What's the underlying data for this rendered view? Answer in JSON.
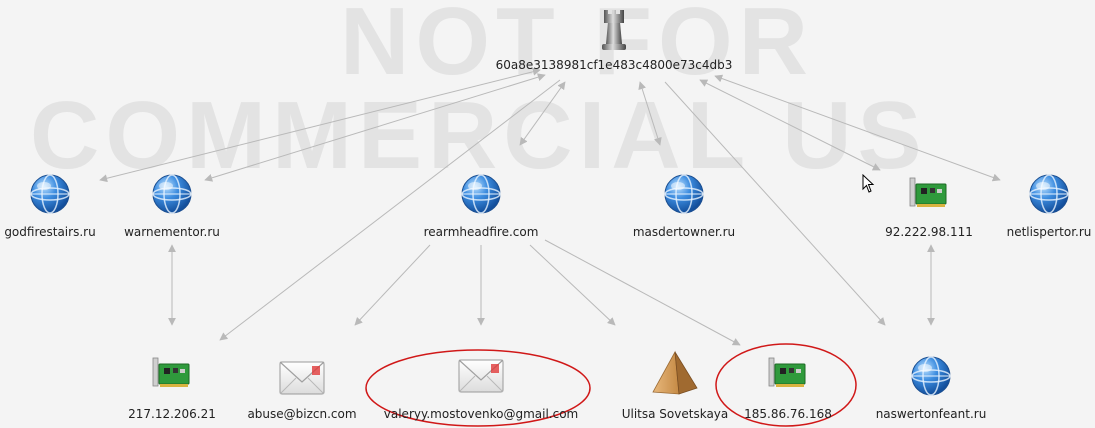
{
  "watermark": {
    "line1": "NOT FOR",
    "line2": "COMMERCIAL US"
  },
  "root": {
    "label": "60a8e3138981cf1e483c4800e73c4db3",
    "icon": "rook-chess-icon"
  },
  "nodes": [
    {
      "id": "godfirestairs",
      "label": "godfirestairs.ru",
      "icon": "globe-icon"
    },
    {
      "id": "warnementor",
      "label": "warnementor.ru",
      "icon": "globe-icon"
    },
    {
      "id": "rearmheadfire",
      "label": "rearmheadfire.com",
      "icon": "globe-icon"
    },
    {
      "id": "masdertowner",
      "label": "masdertowner.ru",
      "icon": "globe-icon"
    },
    {
      "id": "ip92",
      "label": "92.222.98.111",
      "icon": "network-card-icon"
    },
    {
      "id": "netlispertor",
      "label": "netlispertor.ru",
      "icon": "globe-icon"
    },
    {
      "id": "ip217",
      "label": "217.12.206.21",
      "icon": "network-card-icon"
    },
    {
      "id": "abuse",
      "label": "abuse@bizcn.com",
      "icon": "envelope-icon"
    },
    {
      "id": "valeryy",
      "label": "valeryy.mostovenko@gmail.com",
      "icon": "envelope-icon"
    },
    {
      "id": "ulitsa",
      "label": "Ulitsa Sovetskaya",
      "icon": "pyramid-icon"
    },
    {
      "id": "ip185",
      "label": "185.86.76.168",
      "icon": "network-card-icon"
    },
    {
      "id": "naswertonfeant",
      "label": "naswertonfeant.ru",
      "icon": "globe-icon"
    }
  ],
  "colors": {
    "edge": "#b9b9b9",
    "highlight": "#d01818",
    "globe": "#2f7fd8",
    "card": "#2e9a3a"
  }
}
